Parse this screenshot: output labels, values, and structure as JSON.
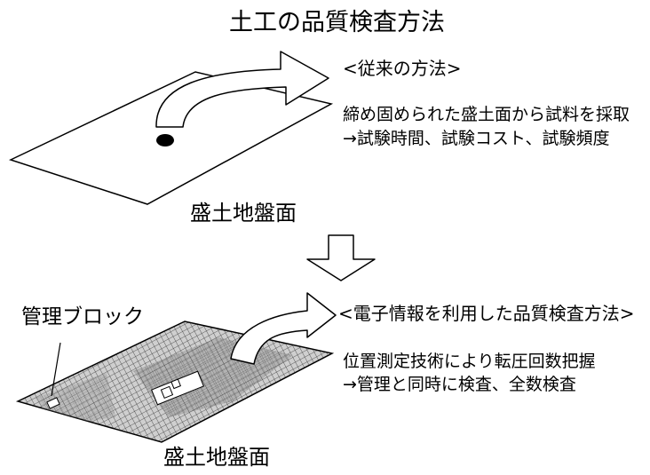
{
  "title": "土工の品質検査方法",
  "traditional": {
    "heading": "<従来の方法>",
    "line1": "締め固められた盛土面から試料を採取",
    "line2": "→試験時間、試験コスト、試験頻度",
    "plane_label": "盛土地盤面"
  },
  "electronic": {
    "heading": "<電子情報を利用した品質検査方法>",
    "line1": "位置測定技術により転圧回数把握",
    "line2": "→管理と同時に検査、全数検査",
    "plane_label": "盛土地盤面",
    "block_label": "管理ブロック"
  },
  "colors": {
    "line": "#000000",
    "grid_fill": "#c8c8c8",
    "background": "#ffffff"
  }
}
